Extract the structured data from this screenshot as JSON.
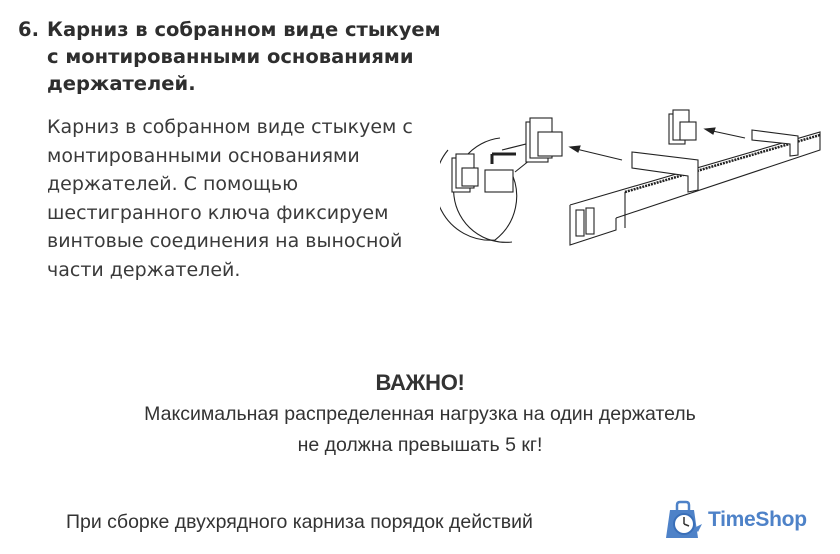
{
  "step": {
    "number": "6.",
    "title": "Карниз в собранном виде стыкуем с монтированными основаниями держателей.",
    "body": "Карниз в собранном виде стыкуем с монтированными основаниями держателей. С помощью шестигранного ключа фиксируем винтовые соединения на выносной части держателей."
  },
  "illustration": {
    "description": "curtain-rod-assembly-diagram"
  },
  "important": {
    "title": "ВАЖНО!",
    "line1": "Максимальная распределенная нагрузка на один держатель",
    "line2": "не должна превышать 5 кг!"
  },
  "footer": {
    "text": "При сборке двухрядного карниза порядок действий"
  },
  "logo": {
    "text": "TimeShop",
    "icon": "clock-bag-icon",
    "color": "#4e82c8"
  }
}
